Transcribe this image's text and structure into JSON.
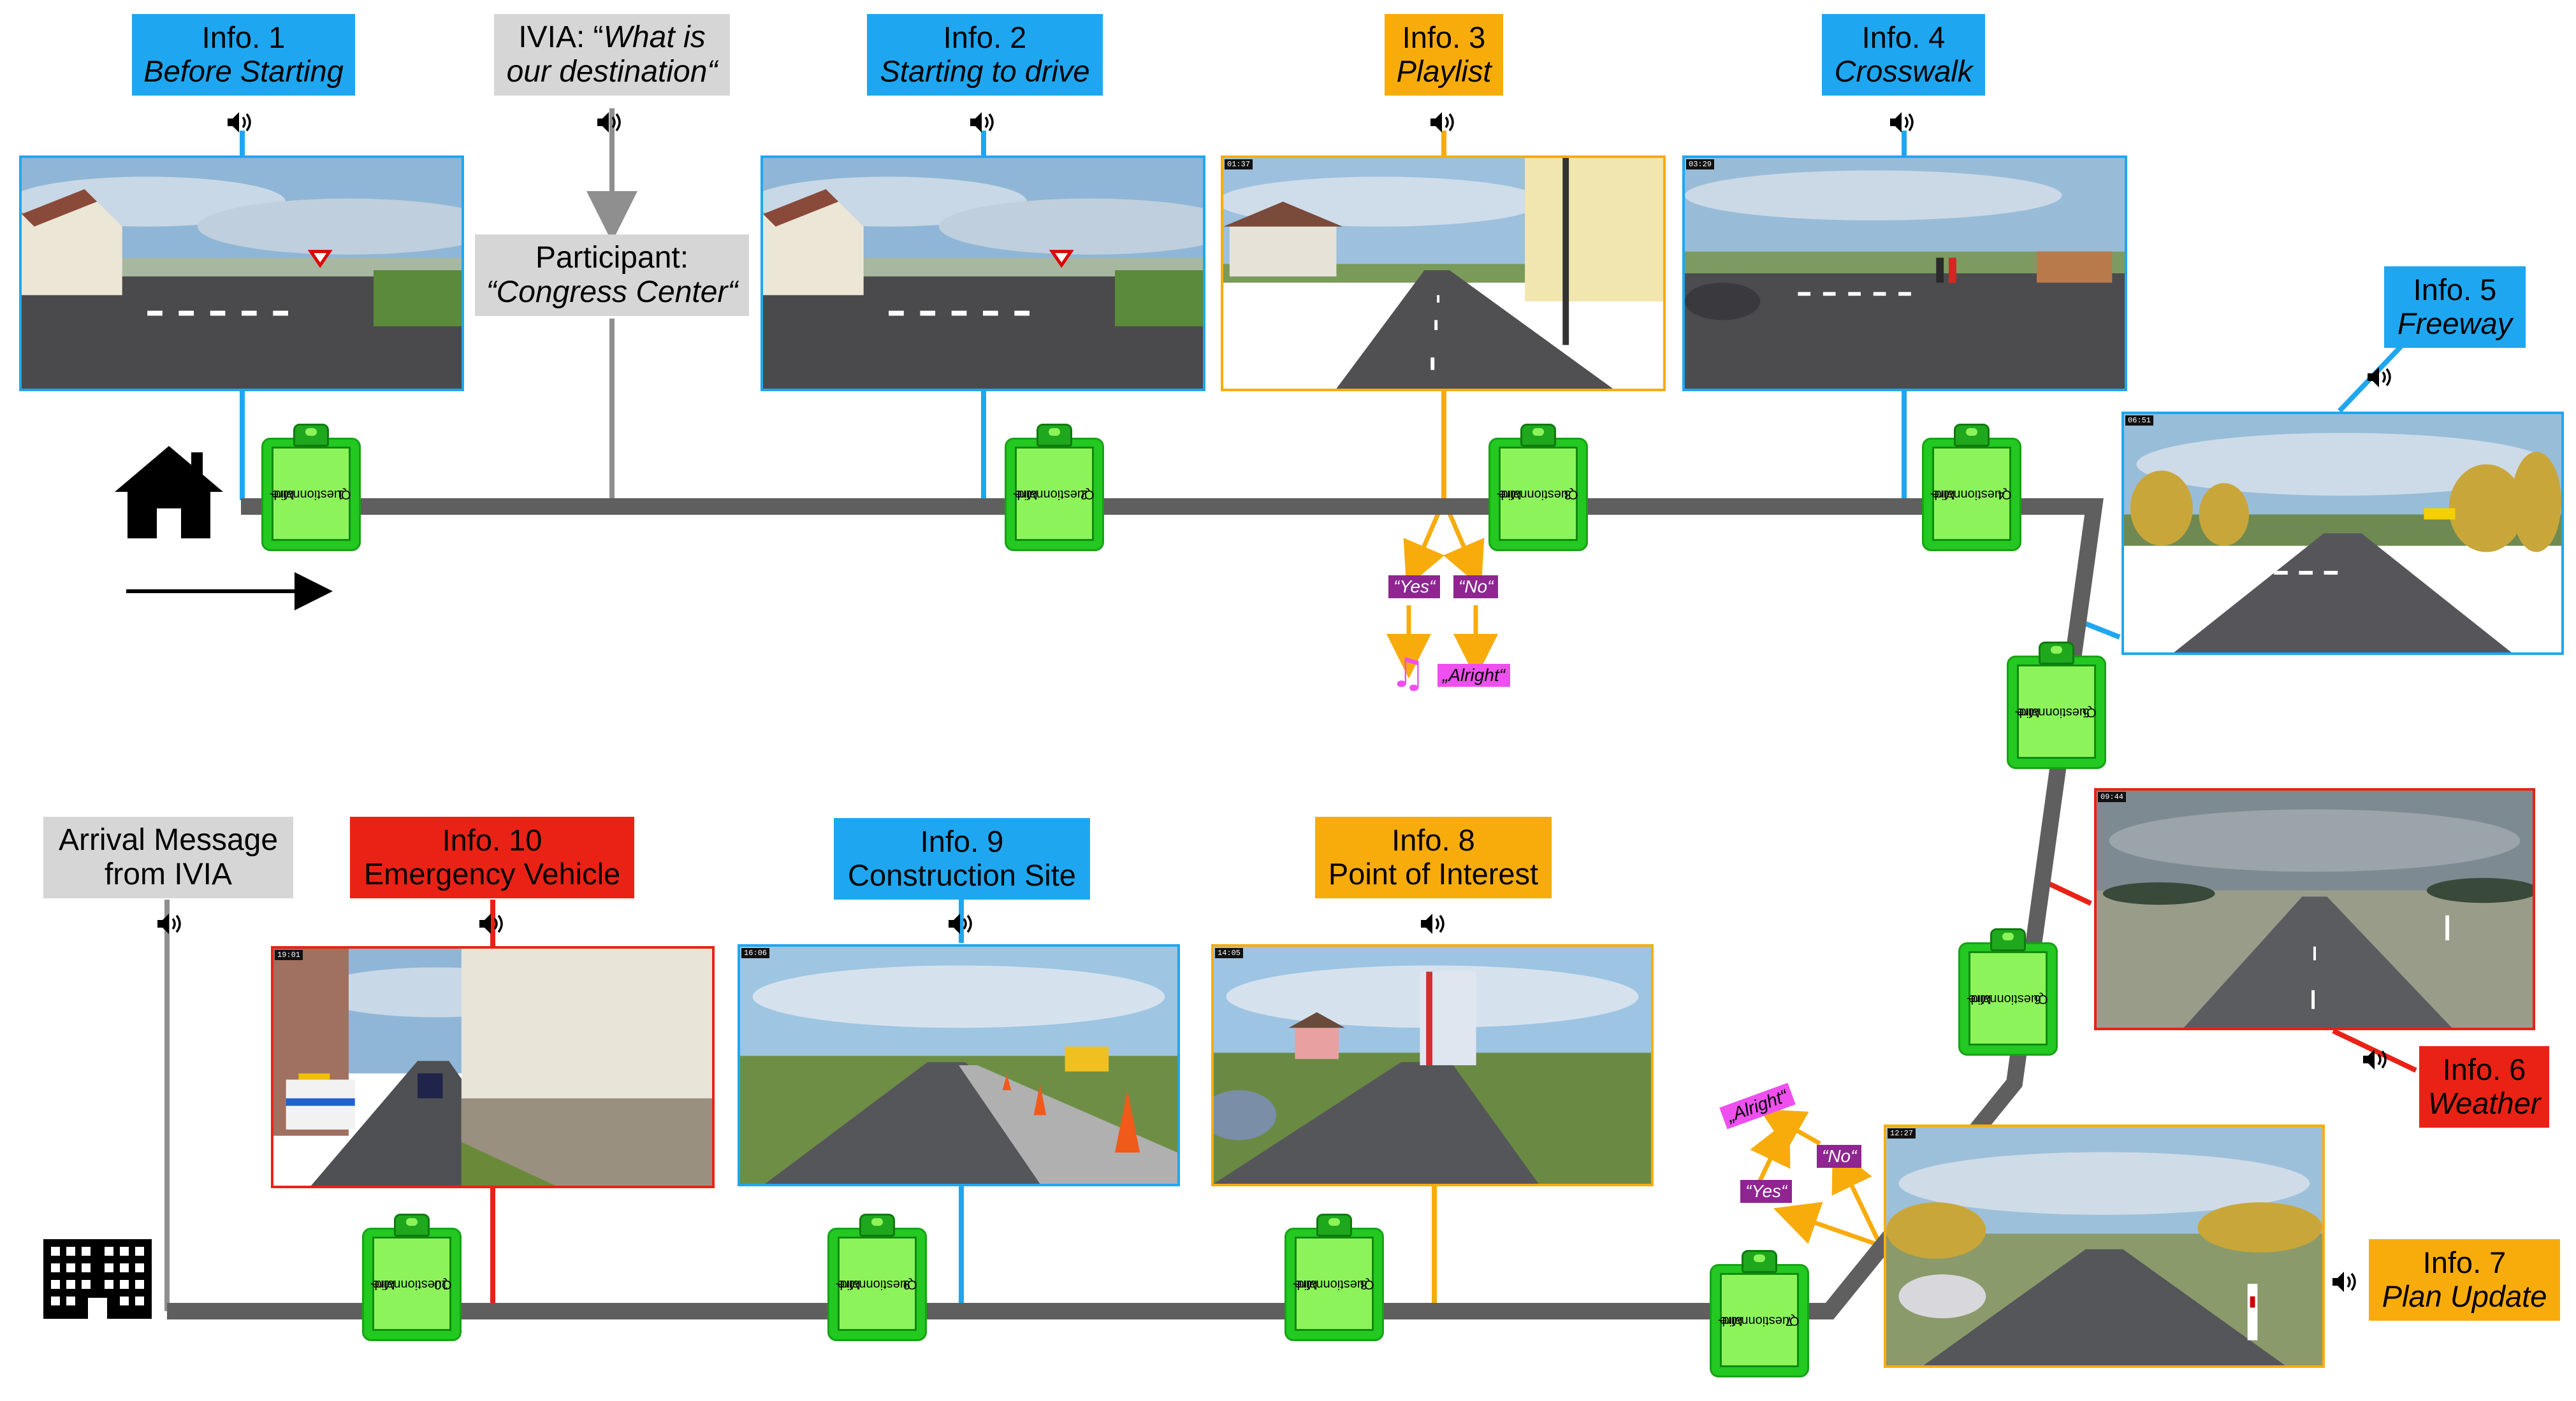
{
  "info_labels": [
    {
      "id": "info1",
      "title": "Info. 1",
      "subtitle": "Before Starting",
      "color": "#1ea7f0"
    },
    {
      "id": "info2",
      "title": "Info. 2",
      "subtitle": "Starting to drive",
      "color": "#1ea7f0"
    },
    {
      "id": "info3",
      "title": "Info. 3",
      "subtitle": "Playlist",
      "color": "#f8ac0c"
    },
    {
      "id": "info4",
      "title": "Info. 4",
      "subtitle": "Crosswalk",
      "color": "#1ea7f0"
    },
    {
      "id": "info5",
      "title": "Info. 5",
      "subtitle": "Freeway",
      "color": "#1ea7f0"
    },
    {
      "id": "info6",
      "title": "Info. 6",
      "subtitle": "Weather",
      "color": "#ea2216"
    },
    {
      "id": "info7",
      "title": "Info. 7",
      "subtitle": "Plan Update",
      "color": "#f8ac0c"
    },
    {
      "id": "info8",
      "title": "Info. 8",
      "subtitle": "Point of Interest",
      "color": "#f8ac0c"
    },
    {
      "id": "info9",
      "title": "Info. 9",
      "subtitle": "Construction Site",
      "color": "#1ea7f0"
    },
    {
      "id": "info10",
      "title": "Info. 10",
      "subtitle": "Emergency Vehicle",
      "color": "#ea2216"
    }
  ],
  "dialog": {
    "ivia_prefix": "IVIA: “",
    "ivia_question_line1": "What is",
    "ivia_question_line2": "our destination“",
    "participant_line1": "Participant:",
    "participant_line2": "“Congress Center“",
    "arrival_line1": "Arrival Message",
    "arrival_line2": "from IVIA"
  },
  "questionnaires": [
    {
      "line1": "Mid-",
      "line2": "Questionnaire",
      "number": "1"
    },
    {
      "line1": "Mid-",
      "line2": "Questionnaire",
      "number": "2"
    },
    {
      "line1": "Mid-",
      "line2": "Questionnaire",
      "number": "3"
    },
    {
      "line1": "Mid-",
      "line2": "Questionnaire",
      "number": "4"
    },
    {
      "line1": "Mid-",
      "line2": "Questionnaire",
      "number": "5"
    },
    {
      "line1": "Mid-",
      "line2": "Questionnaire",
      "number": "6"
    },
    {
      "line1": "Mid-",
      "line2": "Questionnaire",
      "number": "7"
    },
    {
      "line1": "Mid-",
      "line2": "Questionnaire",
      "number": "8"
    },
    {
      "line1": "Mid-",
      "line2": "Questionnaire",
      "number": "9"
    },
    {
      "line1": "Mid-",
      "line2": "Questionnaire",
      "number": "10"
    }
  ],
  "answers": {
    "playlist_yes": "“Yes“",
    "playlist_no": "“No“",
    "playlist_alright": "„Alright“",
    "plan_yes": "“Yes“",
    "plan_no": "“No“",
    "plan_alright": "„Alright“"
  },
  "music_note": "♫",
  "timestamps": {
    "scene3": "01:37",
    "scene4": "03:29",
    "scene5": "06:51",
    "scene6": "09:44",
    "scene7": "12:27",
    "scene8": "14:05",
    "scene9": "16:06",
    "scene10": "19:01"
  },
  "icons": [
    "home-icon",
    "building-icon",
    "speaker-icon",
    "clipboard-icon",
    "music-note-icon",
    "arrow-right-icon"
  ],
  "colors": {
    "road": "#5f5f5f",
    "blue": "#1ea7f0",
    "orange": "#f8ac0c",
    "red": "#ea2216",
    "gray_line": "#8f8f8f",
    "questionnaire_green": "#23c821",
    "answer_purple": "#8e2590",
    "answer_pink": "#ee4fee"
  }
}
